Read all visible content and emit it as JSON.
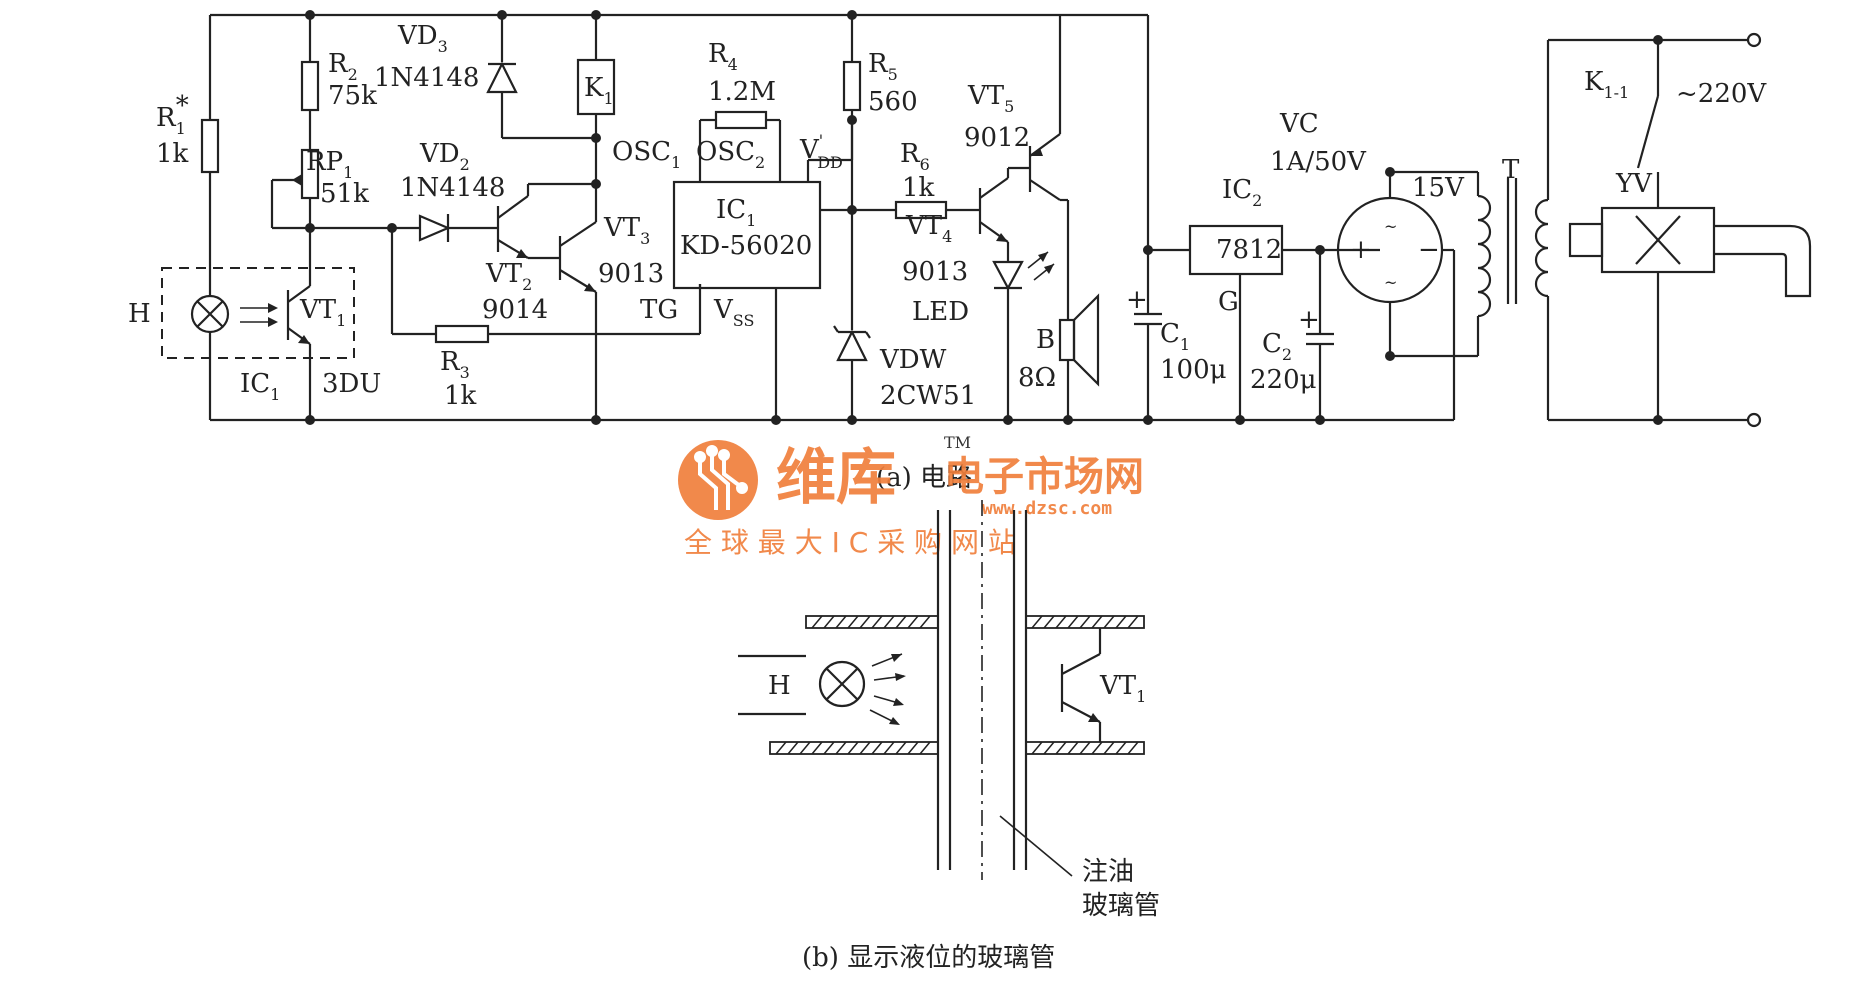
{
  "components": {
    "r1": {
      "name": "R",
      "sub": "1",
      "sup": "*",
      "value": "1k"
    },
    "r2": {
      "name": "R",
      "sub": "2",
      "value": "75k"
    },
    "vd3": {
      "name": "VD",
      "sub": "3",
      "value": "1N4148"
    },
    "k1": {
      "name": "K",
      "sub": "1"
    },
    "rp1": {
      "name": "RP",
      "sub": "1",
      "value": "51k"
    },
    "vd2": {
      "name": "VD",
      "sub": "2",
      "value": "1N4148"
    },
    "vt2": {
      "name": "VT",
      "sub": "2",
      "value": "9014"
    },
    "vt3": {
      "name": "VT",
      "sub": "3",
      "value": "9013"
    },
    "r3": {
      "name": "R",
      "sub": "3",
      "value": "1k"
    },
    "h": {
      "name": "H"
    },
    "vt1": {
      "name": "VT",
      "sub": "1"
    },
    "ic1_label": {
      "name": "IC",
      "sub": "1"
    },
    "ic1_type": "3DU",
    "r4": {
      "name": "R",
      "sub": "4",
      "value": "1.2M"
    },
    "osc1": {
      "name": "OSC",
      "sub": "1"
    },
    "osc2": {
      "name": "OSC",
      "sub": "2"
    },
    "vdd": {
      "name": "V",
      "sup": "'",
      "sub": "DD"
    },
    "ic1": {
      "name": "IC",
      "sub": "1",
      "value": "KD-56020"
    },
    "tg": "TG",
    "vss": {
      "name": "V",
      "sub": "SS"
    },
    "r5": {
      "name": "R",
      "sub": "5",
      "value": "560"
    },
    "vdw": {
      "name": "VDW",
      "value": "2CW51"
    },
    "r6": {
      "name": "R",
      "sub": "6",
      "value": "1k"
    },
    "vt4": {
      "name": "VT",
      "sub": "4",
      "value": "9013"
    },
    "led": "LED",
    "vt5": {
      "name": "VT",
      "sub": "5",
      "value": "9012"
    },
    "b": {
      "name": "B",
      "value": "8Ω"
    },
    "c1": {
      "name": "C",
      "sub": "1",
      "value": "100μ"
    },
    "ic2": {
      "name": "IC",
      "sub": "2",
      "value": "7812",
      "pin": "G"
    },
    "c2": {
      "name": "C",
      "sub": "2",
      "value": "220μ"
    },
    "vc": {
      "name": "VC",
      "value": "1A/50V"
    },
    "secondary": "15V",
    "transformer": "T",
    "k11": {
      "name": "K",
      "sub": "1-1"
    },
    "mains": "~220V",
    "yv": "YV"
  },
  "captions": {
    "circuit": "(a) 电路",
    "tube": "(b) 显示液位的玻璃管"
  },
  "detail": {
    "h": "H",
    "vt1": {
      "name": "VT",
      "sub": "1"
    },
    "tube_label_line1": "注油",
    "tube_label_line2": "玻璃管"
  },
  "watermark": {
    "brand": "维库",
    "market": "电子市场网",
    "tm": "TM",
    "url": "www.dzsc.com",
    "slogan": "全 球 最 大 I C 采 购 网 站",
    "color": "#f07f3c"
  }
}
